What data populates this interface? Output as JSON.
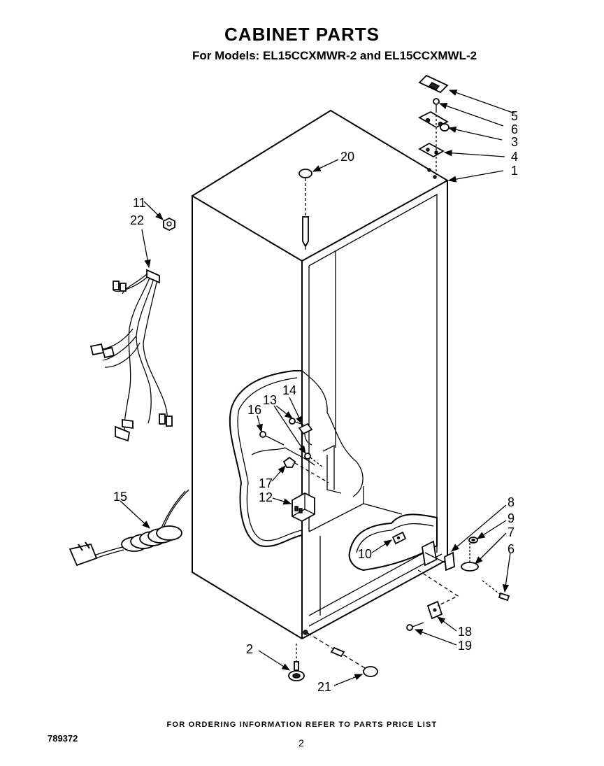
{
  "header": {
    "title": "CABINET PARTS",
    "subtitle": "For Models: EL15CCXMWR-2  and EL15CCXMWL-2"
  },
  "footer": {
    "ordering_note": "FOR ORDERING INFORMATION REFER TO PARTS PRICE LIST",
    "doc_number": "789372",
    "page_number": "2"
  },
  "callouts": {
    "c5": "5",
    "c6a": "6",
    "c3": "3",
    "c4": "4",
    "c1": "1",
    "c20": "20",
    "c11": "11",
    "c22": "22",
    "c14": "14",
    "c13": "13",
    "c16": "16",
    "c17": "17",
    "c12": "12",
    "c15": "15",
    "c8": "8",
    "c9": "9",
    "c7": "7",
    "c6b": "6",
    "c10": "10",
    "c18": "18",
    "c19": "19",
    "c2": "2",
    "c21": "21"
  }
}
